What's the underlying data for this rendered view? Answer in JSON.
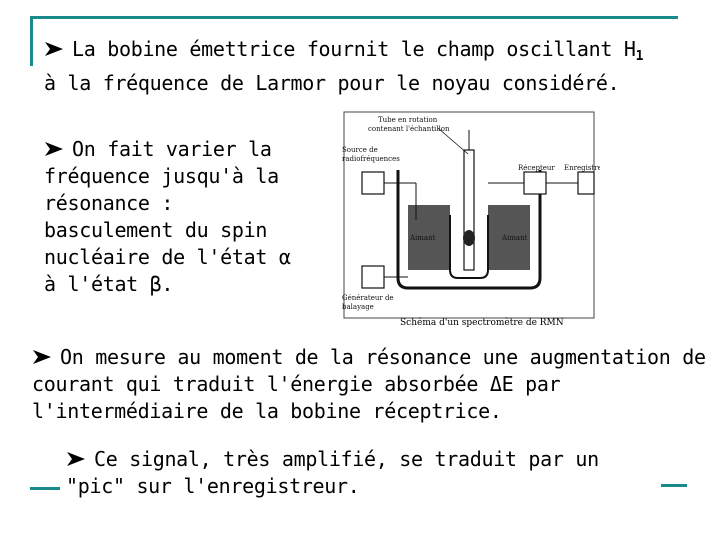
{
  "slide": {
    "para1": {
      "line1": "La bobine émettrice fournit le champ oscillant H",
      "sub": "1",
      "line2": "à la fréquence de Larmor pour le noyau considéré."
    },
    "para2": "On fait varier la fréquence jusqu'à la résonance : basculement du spin nucléaire de l'état α à l'état β.",
    "para3": "On mesure au moment de la résonance une augmentation de courant qui traduit l'énergie absorbée ΔE par l'intermédiaire de la bobine réceptrice.",
    "para4": "Ce signal, très amplifié, se traduit par un \"pic\" sur l'enregistreur."
  },
  "diagram": {
    "tube_label_1": "Tube en rotation",
    "tube_label_2": "contenant l'échantillon",
    "source_label_1": "Source de",
    "source_label_2": "radiofréquences",
    "receiver_label": "Récepteur",
    "recorder_label": "Enregistreur",
    "magnet_left": "Aimant",
    "magnet_right": "Aimant",
    "sweep_label_1": "Générateur de",
    "sweep_label_2": "balayage",
    "caption": "Schéma d'un spectromètre de RMN"
  },
  "colors": {
    "frame": "#1a8a8a",
    "text": "#000000"
  },
  "icons": {
    "bullet": "arrowhead-bullet-icon"
  }
}
